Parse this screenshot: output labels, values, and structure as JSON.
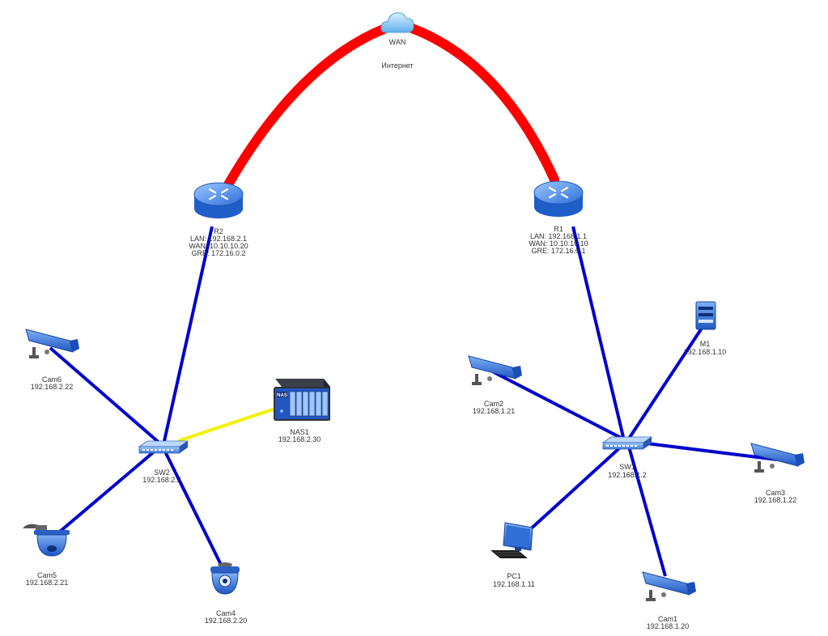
{
  "colors": {
    "wan_link": "#ff0000",
    "lan_link": "#0000cc",
    "storage_link": "#f2f200",
    "device_blue": "#2f6fd6",
    "device_dark": "#1a3f8c",
    "label_text": "#333333"
  },
  "wan": {
    "name": "WAN",
    "subtitle": "Интернет",
    "icon": "cloud-icon"
  },
  "routers": {
    "r2": {
      "name": "R2",
      "lan": "LAN: 192.168.2.1",
      "wan": "WAN: 10.10.10.20",
      "gre": "GRE: 172.16.0.2",
      "icon": "router-icon"
    },
    "r1": {
      "name": "R1",
      "lan": "LAN: 192.168.1.1",
      "wan": "WAN: 10.10.10.10",
      "gre": "GRE: 172.16.0.1",
      "icon": "router-icon"
    }
  },
  "switches": {
    "sw2": {
      "name": "SW2",
      "ip": "192.168.2.2",
      "icon": "switch-icon"
    },
    "sw1": {
      "name": "SW1",
      "ip": "192.168.1.2",
      "icon": "switch-icon"
    }
  },
  "devices": {
    "cam6": {
      "name": "Cam6",
      "ip": "192.168.2.22",
      "icon": "security-camera-icon"
    },
    "cam5": {
      "name": "Cam5",
      "ip": "192.168.2.21",
      "icon": "speed-dome-camera-icon"
    },
    "cam4": {
      "name": "Cam4",
      "ip": "192.168.2.20",
      "icon": "dome-camera-icon"
    },
    "nas1": {
      "name": "NAS1",
      "ip": "192.168.2.30",
      "icon": "nas-storage-icon",
      "badge": "NAS"
    },
    "cam2": {
      "name": "Cam2",
      "ip": "192.168.1.21",
      "icon": "security-camera-icon"
    },
    "m1": {
      "name": "M1",
      "ip": "192.168.1.10",
      "icon": "server-icon"
    },
    "cam3": {
      "name": "Cam3",
      "ip": "192.168.1.22",
      "icon": "security-camera-icon"
    },
    "pc1": {
      "name": "PC1",
      "ip": "192.168.1.11",
      "icon": "workstation-icon"
    },
    "cam1": {
      "name": "Cam1",
      "ip": "192.168.1.20",
      "icon": "security-camera-icon"
    }
  }
}
